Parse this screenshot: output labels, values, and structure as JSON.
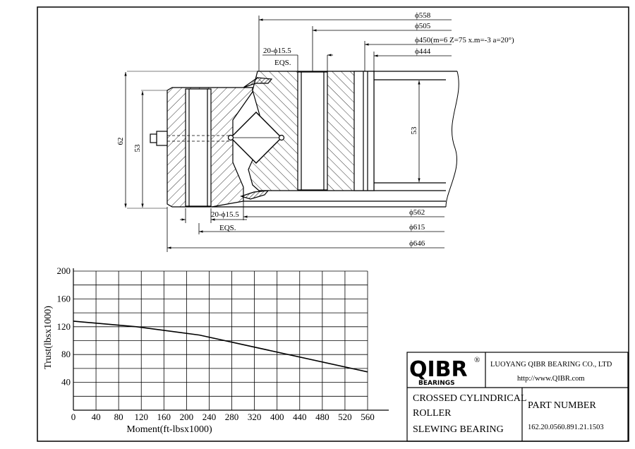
{
  "drawing": {
    "dims_top": [
      "ϕ558",
      "ϕ505",
      "ϕ450(m=6 Z=75 x.m=-3 a=20°)",
      "ϕ444"
    ],
    "bolts_top": "20-ϕ15.5",
    "bolts_top_eqs": "EQS.",
    "bolts_bottom": "20-ϕ15.5",
    "bolts_bottom_eqs": "EQS.",
    "dims_bottom": [
      "ϕ562",
      "ϕ615",
      "ϕ646"
    ],
    "height_overall": "62",
    "height_outer": "53",
    "height_inner": "53"
  },
  "chart_data": {
    "type": "line",
    "xlabel": "Moment(ft-lbsx1000)",
    "ylabel": "Trust(lbsx1000)",
    "x_ticks": [
      "0",
      "40",
      "80",
      "120",
      "160",
      "200",
      "240",
      "280",
      "320",
      "400",
      "440",
      "480",
      "520",
      "560"
    ],
    "y_ticks": [
      "40",
      "80",
      "120",
      "160",
      "200"
    ],
    "grid": true,
    "series": [
      {
        "x": [
          0,
          120,
          240,
          560
        ],
        "y": [
          128,
          120,
          108,
          55
        ]
      }
    ]
  },
  "title_block": {
    "logo_main": "QIBR",
    "logo_reg": "®",
    "logo_sub": "BEARINGS",
    "company": "LUOYANG QIBR BEARING CO., LTD",
    "website": "http://www.QIBR.com",
    "product_line1": "CROSSED CYLINDRICAL",
    "product_line2": "ROLLER",
    "product_line3": "SLEWING BEARING",
    "part_label": "PART NUMBER",
    "part_number": "162.20.0560.891.21.1503"
  }
}
